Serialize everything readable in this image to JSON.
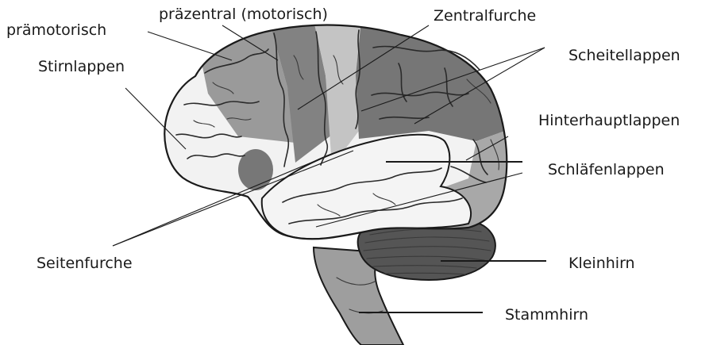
{
  "labels": {
    "premotor": "prämotorisch",
    "precentral": "präzentral (motorisch)",
    "central_sulcus": "Zentralfurche",
    "frontal_lobe": "Stirnlappen",
    "parietal_lobe": "Scheitellappen",
    "occipital_lobe": "Hinterhauptlappen",
    "temporal_lobe": "Schläfenlappen",
    "lateral_sulcus": "Seitenfurche",
    "cerebellum": "Kleinhirn",
    "brainstem": "Stammhirn"
  },
  "colors": {
    "outline": "#1a1a1a",
    "frontal_fill": "#f2f2f2",
    "premotor_fill": "#9a9a9a",
    "motor_fill": "#828282",
    "sensory_fill": "#c4c4c4",
    "parietal_fill": "#767676",
    "occipital_fill": "#a8a8a8",
    "temporal_fill": "#f4f4f4",
    "cerebellum_fill": "#555555",
    "brainstem_fill": "#9e9e9e"
  }
}
